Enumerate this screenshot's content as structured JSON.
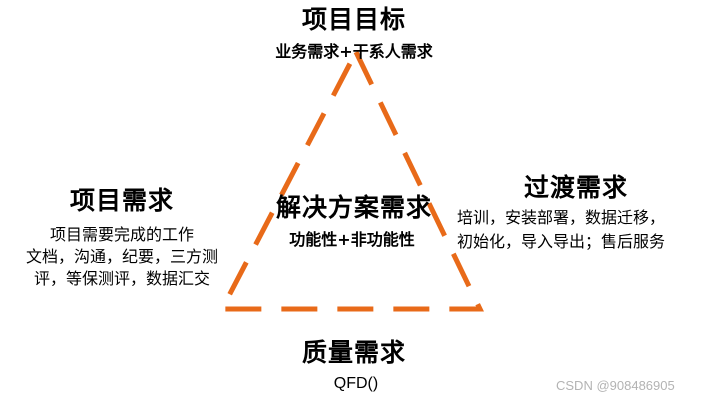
{
  "colors": {
    "triangle_stroke": "#e86a19",
    "text": "#000000",
    "watermark": "#b3b3b3"
  },
  "top": {
    "title": "项目目标",
    "subtitle": "业务需求+干系人需求"
  },
  "center": {
    "title": "解决方案需求",
    "subtitle": "功能性+非功能性"
  },
  "left": {
    "title": "项目需求",
    "lines": [
      "项目需要完成的工作",
      "文档，沟通，纪要，三方测",
      "评，等保测评，数据汇交"
    ]
  },
  "right": {
    "title": "过渡需求",
    "lines": [
      "培训，安装部署，数据迁移，",
      "初始化，导入导出；售后服务"
    ]
  },
  "bottom": {
    "title": "质量需求",
    "subtitle": "QFD()"
  },
  "watermark": "CSDN @908486905"
}
